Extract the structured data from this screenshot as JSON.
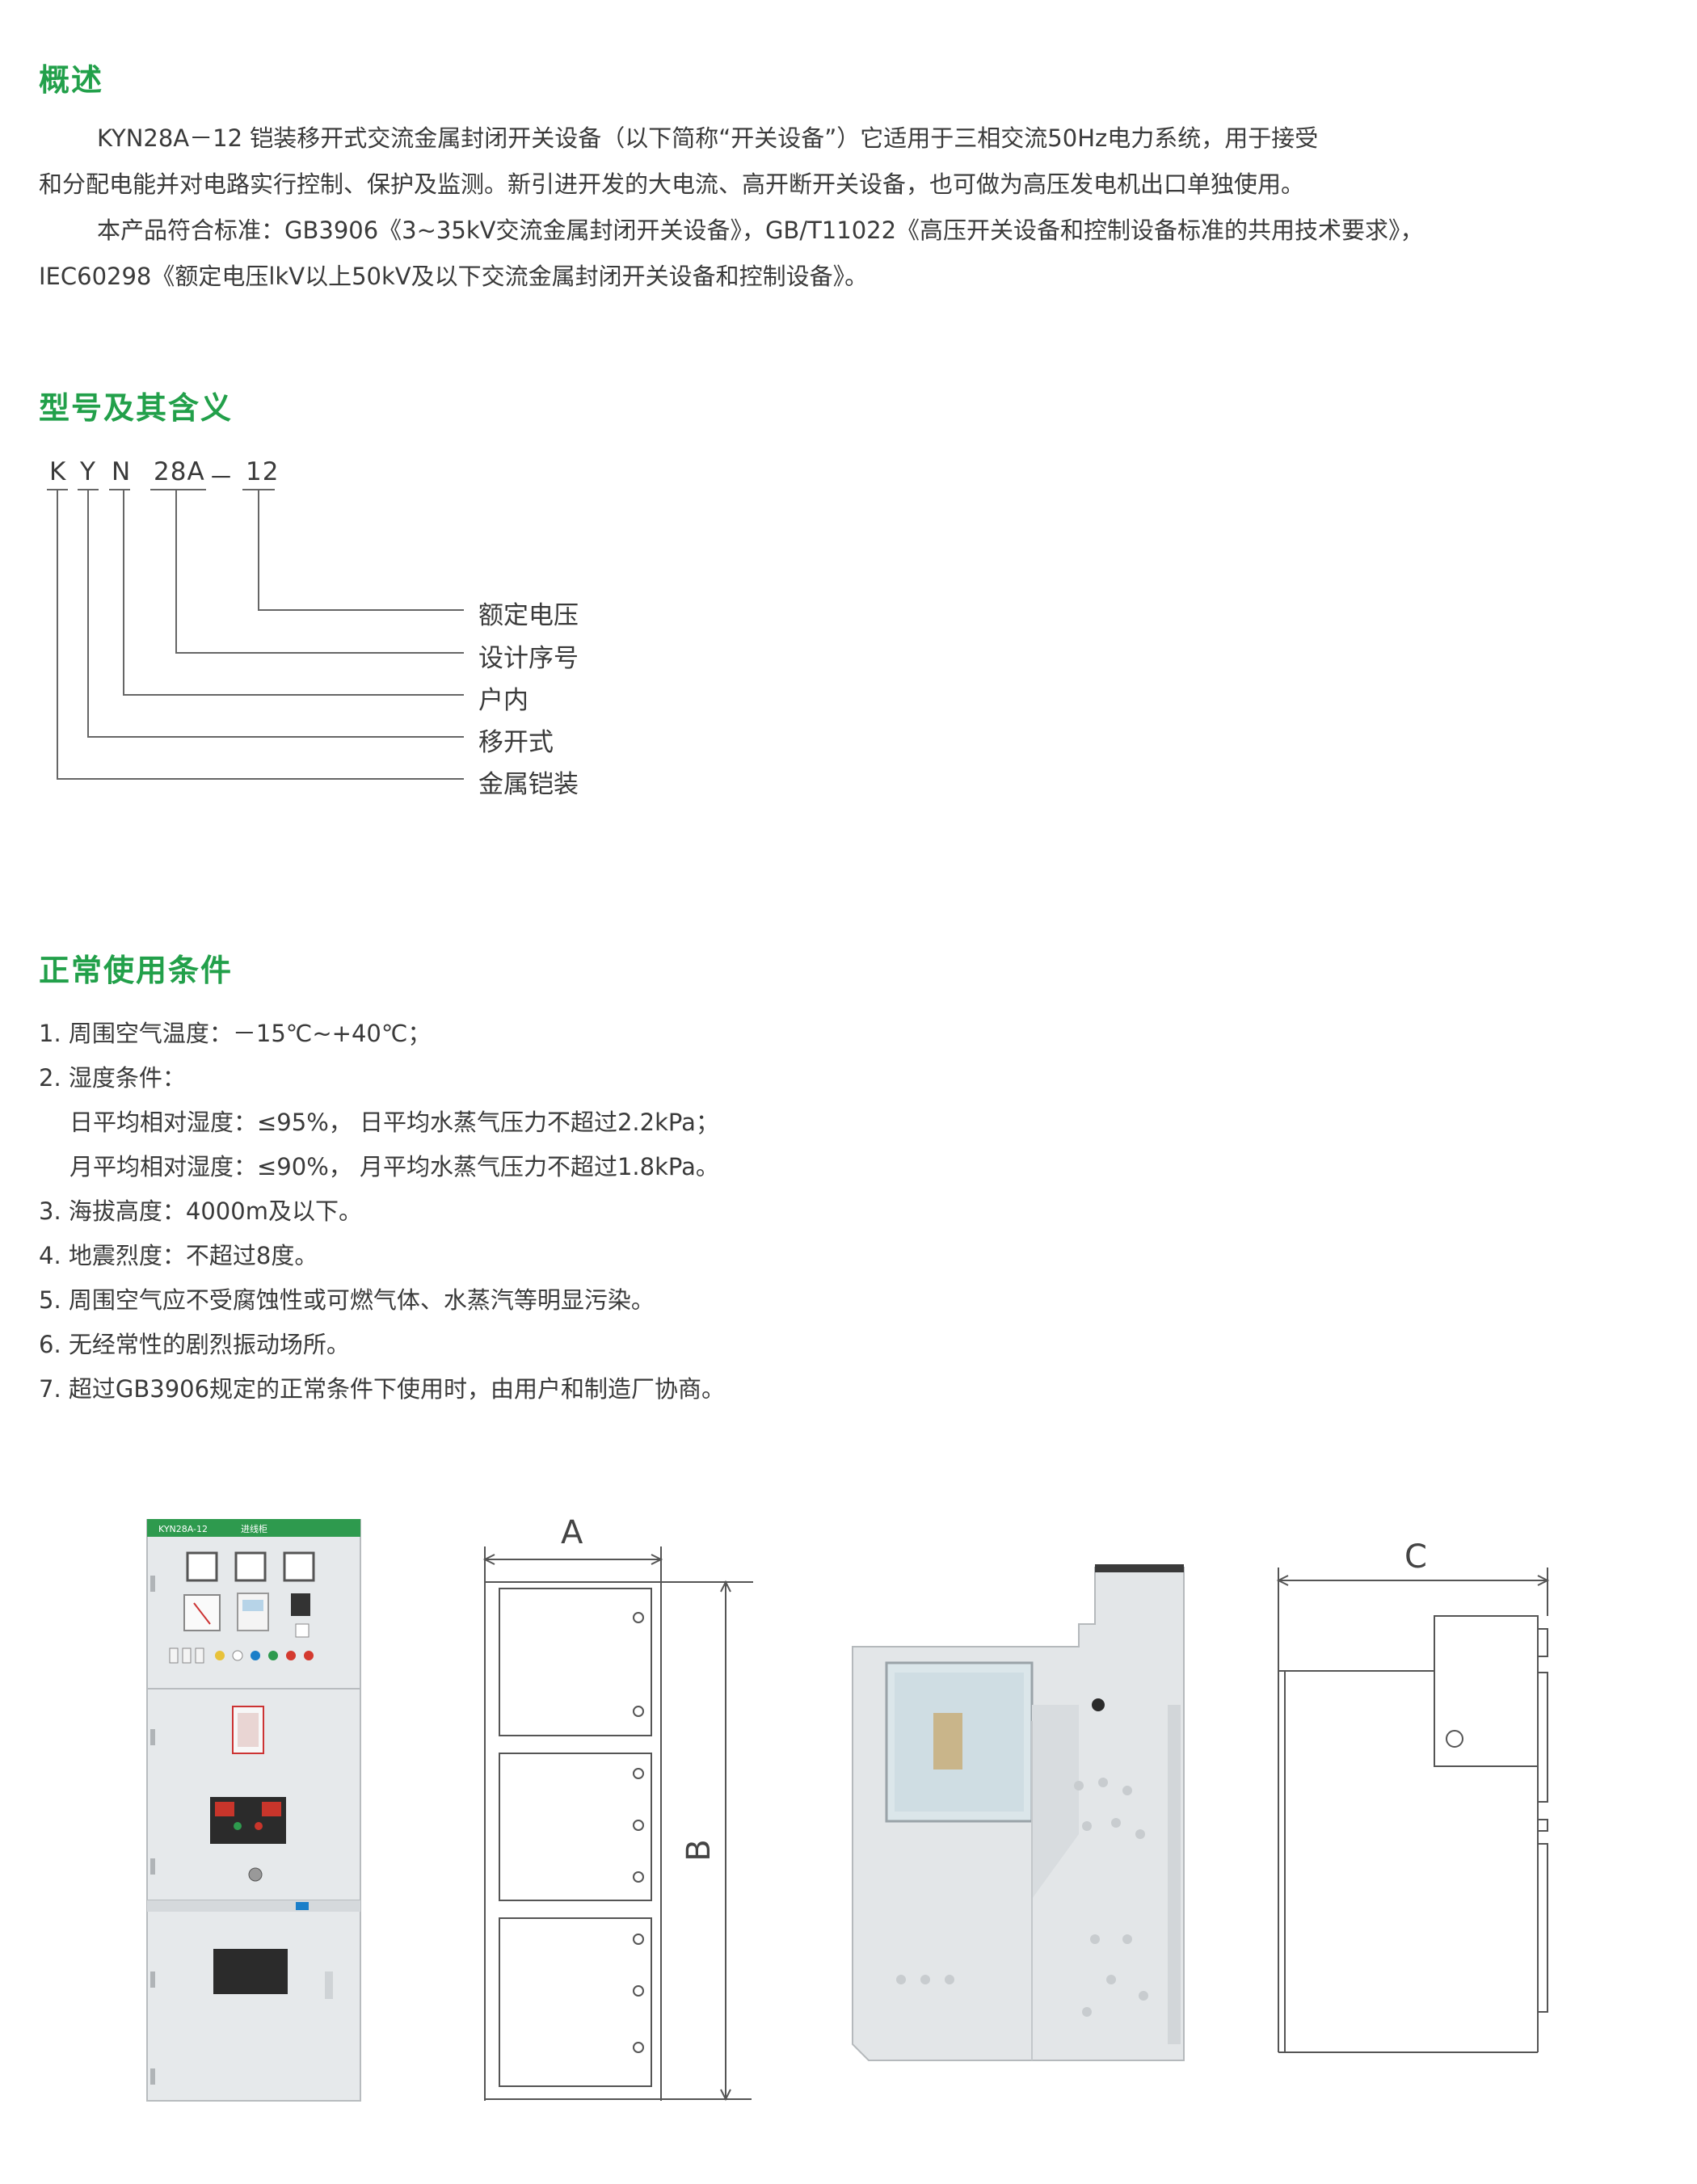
{
  "overview": {
    "title": "概述",
    "p1_line1": "KYN28A－12 铠装移开式交流金属封闭开关设备（以下简称“开关设备”）它适用于三相交流50Hz电力系统，用于接受",
    "p1_line2": "和分配电能并对电路实行控制、保护及监测。新引进开发的大电流、高开断开关设备，也可做为高压发电机出口单独使用。",
    "p2_line1": "本产品符合标准：GB3906《3~35kV交流金属封闭开关设备》，GB/T11022《高压开关设备和控制设备标准的共用技术要求》，",
    "p2_line2": "IEC60298《额定电压lkV以上50kV及以下交流金属封闭开关设备和控制设备》。"
  },
  "model": {
    "title": "型号及其含义",
    "code_parts": [
      "K",
      "Y",
      "N",
      "28A",
      "－",
      "12"
    ],
    "meanings": [
      "额定电压",
      "设计序号",
      "户内",
      "移开式",
      "金属铠装"
    ]
  },
  "conditions": {
    "title": "正常使用条件",
    "items": [
      "1. 周围空气温度：－15℃~+40℃；",
      "2. 湿度条件：",
      "日平均相对湿度：≤95%，  日平均水蒸气压力不超过2.2kPa；",
      "月平均相对湿度：≤90%，  月平均水蒸气压力不超过1.8kPa。",
      "3. 海拔高度：4000m及以下。",
      "4. 地震烈度：不超过8度。",
      "5. 周围空气应不受腐蚀性或可燃气体、水蒸汽等明显污染。",
      "6. 无经常性的剧烈振动场所。",
      "7. 超过GB3906规定的正常条件下使用时，由用户和制造厂协商。"
    ]
  },
  "figures": {
    "cabinet_header_model": "KYN28A-12",
    "cabinet_header_name": "进线柜",
    "dim_a": "A",
    "dim_b": "B",
    "dim_c": "C"
  },
  "colors": {
    "heading": "#22a04a",
    "cabinet_header": "#2e9a4e",
    "cabinet_body": "#e9ecee",
    "line": "#555555"
  }
}
